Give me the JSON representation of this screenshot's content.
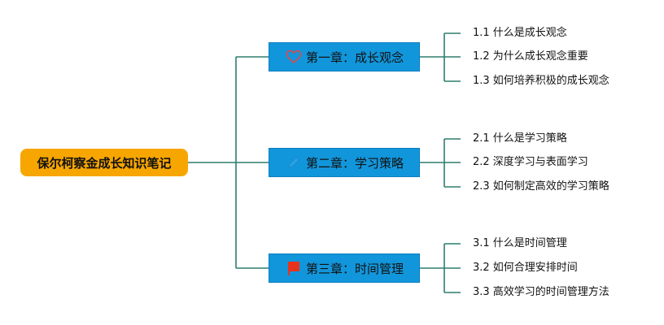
{
  "root": {
    "label": "保尔柯察金成长知识笔记"
  },
  "chapters": [
    {
      "label": "第一章：成长观念",
      "icon": "heart-icon",
      "items": [
        "1.1 什么是成长观念",
        "1.2 为什么成长观念重要",
        "1.3 如何培养积极的成长观念"
      ]
    },
    {
      "label": "第二章：学习策略",
      "icon": "pencil-icon",
      "items": [
        "2.1 什么是学习策略",
        "2.2 深度学习与表面学习",
        "2.3 如何制定高效的学习策略"
      ]
    },
    {
      "label": "第三章：时间管理",
      "icon": "flag-icon",
      "items": [
        "3.1 什么是时间管理",
        "3.2 如何合理安排时间",
        "3.3 高效学习的时间管理方法"
      ]
    }
  ],
  "colors": {
    "root_fill": "#f7a600",
    "chapter_fill": "#1296db",
    "connector": "#2e7d6e",
    "flag": "#e8331c"
  }
}
